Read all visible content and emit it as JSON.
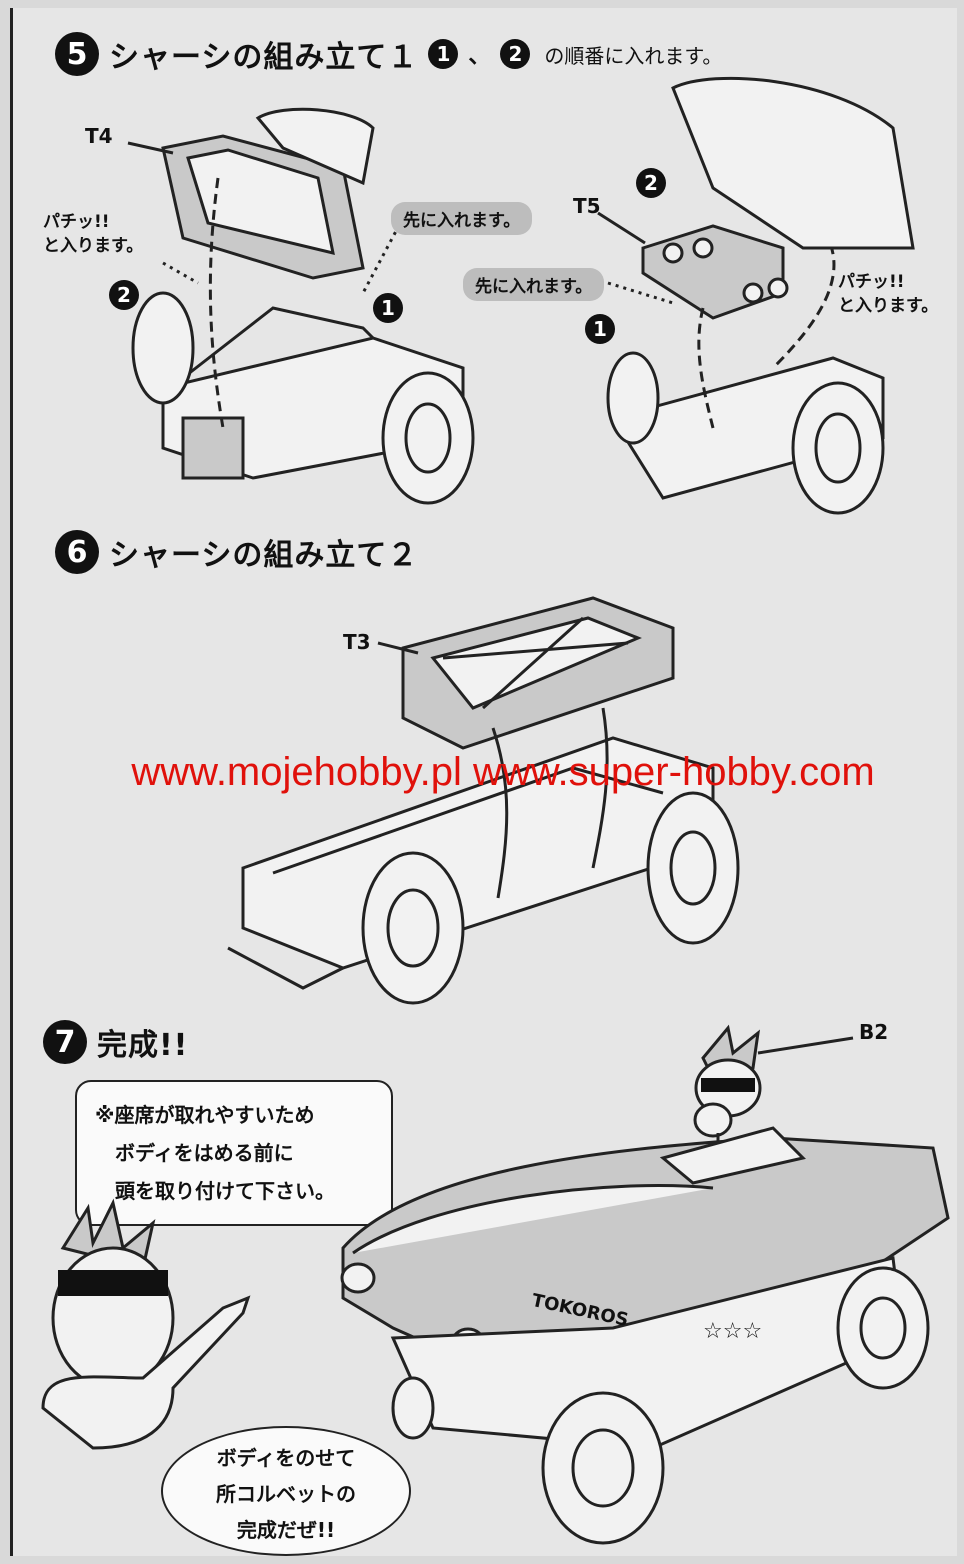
{
  "step5": {
    "number": "5",
    "title": "シャーシの組み立て１",
    "order_num1": "1",
    "order_num2": "2",
    "order_text": "の順番に入れます。",
    "labels": {
      "t4": "T4",
      "t5": "T5",
      "click_left": "パチッ!!",
      "click_left_sub": "と入ります。",
      "first_left": "先に入れます。",
      "first_right": "先に入れます。",
      "click_right": "パチッ!!",
      "click_right_sub": "と入ります。",
      "num1": "1",
      "num2": "2"
    }
  },
  "step6": {
    "number": "6",
    "title": "シャーシの組み立て２",
    "t3": "T3"
  },
  "watermark": "www.mojehobby.pl www.super-hobby.com",
  "step7": {
    "number": "7",
    "title": "完成!!",
    "b2": "B2",
    "note_line1": "※座席が取れやすいため",
    "note_line2": "ボディをはめる前に",
    "note_line3": "頭を取り付けて下さい。",
    "speech_line1": "ボディをのせて",
    "speech_line2": "所コルベットの",
    "speech_line3": "完成だぜ!!",
    "body_text": "TOKOROS"
  }
}
